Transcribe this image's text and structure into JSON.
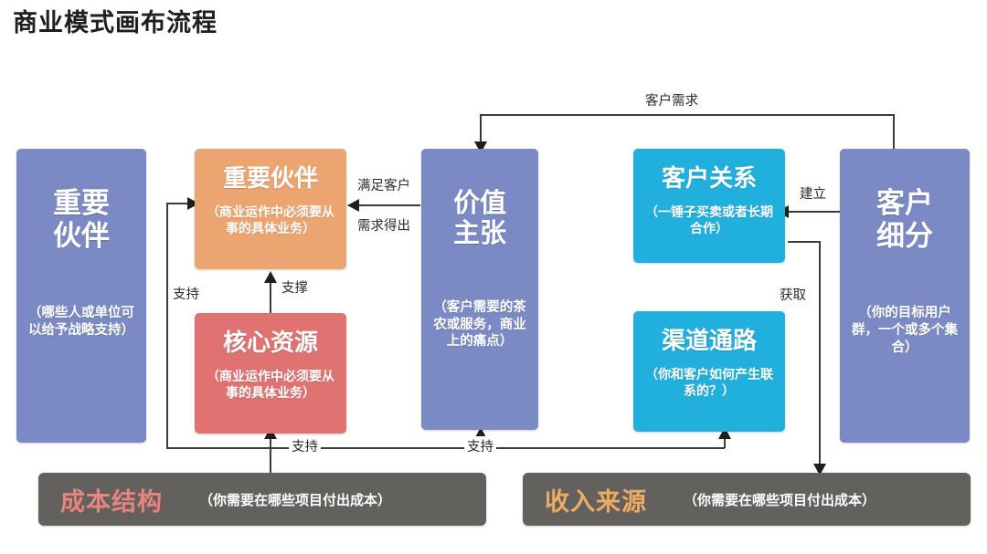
{
  "page": {
    "title": "商业模式画布流程",
    "background": "#ffffff"
  },
  "colors": {
    "blue_purple": "#7b8ac4",
    "orange": "#eca571",
    "red": "#e07272",
    "teal": "#21b0de",
    "bar_gray": "#63615e",
    "cost_title": "#e8837f",
    "revenue_title": "#edab63",
    "line": "#3b3b3b"
  },
  "boxes": {
    "key_partners": {
      "title": "重要\n伙伴",
      "subtitle": "（哪些人或单位可以给予战略支持）",
      "color": "#7b8ac4"
    },
    "key_activities": {
      "title": "重要伙伴",
      "subtitle": "（商业运作中必须要从事的具体业务）",
      "color": "#eca571"
    },
    "key_resources": {
      "title": "核心资源",
      "subtitle": "（商业运作中必须要从事的具体业务）",
      "color": "#e07272"
    },
    "value_proposition": {
      "title": "价值\n主张",
      "subtitle": "（客户需要的茶农或服务，商业上的痛点）",
      "color": "#7b8ac4"
    },
    "customer_relationships": {
      "title": "客户关系",
      "subtitle": "（一锤子买卖或者长期合作）",
      "color": "#21b0de"
    },
    "channels": {
      "title": "渠道通路",
      "subtitle": "（你和客户如何产生联系的？）",
      "color": "#21b0de"
    },
    "customer_segments": {
      "title": "客户\n细分",
      "subtitle": "（你的目标用户群，一个或多个集合）",
      "color": "#7b8ac4"
    }
  },
  "bars": {
    "cost_structure": {
      "title": "成本结构",
      "subtitle": "（你需要在哪些项目付出成本）",
      "title_color": "#e8837f"
    },
    "revenue_streams": {
      "title": "收入来源",
      "subtitle": "（你需要在哪些项目付出成本）",
      "title_color": "#edab63"
    }
  },
  "edge_labels": {
    "customer_demand": "客户需求",
    "satisfy_customer": "满足客户",
    "demand_derived": "需求得出",
    "establish": "建立",
    "acquire": "获取",
    "support_left_vertical": "支持",
    "support_up_arrow": "支撑",
    "support_bottom_left": "支持",
    "support_bottom_right": "支持"
  }
}
